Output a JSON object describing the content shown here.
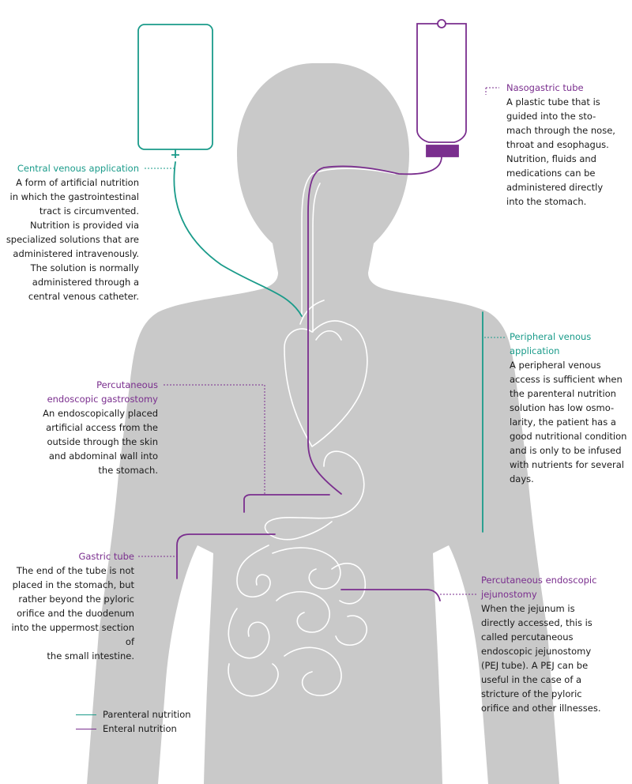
{
  "colors": {
    "teal": "#1a9b8a",
    "purple": "#7a2e8e",
    "silhouette": "#c9c9c9",
    "organ_outline": "#ffffff"
  },
  "callouts": {
    "central_venous": {
      "title": "Central venous application",
      "body": "A form of artificial nutrition\nin which the gastrointestinal\ntract is circumvented.\nNutrition is provided via\nspecialized solutions that are\nadministered intravenously.\nThe solution is normally\nadministered through a\ncentral venous catheter."
    },
    "nasogastric": {
      "title": "Nasogastric tube",
      "body": "A plastic tube that is\nguided into the sto-\nmach through the nose,\nthroat and esophagus.\nNutrition, fluids and\nmedications can be\nadministered directly\ninto the stomach."
    },
    "peripheral_venous": {
      "title": "Peripheral venous\napplication",
      "body": "A peripheral venous\naccess is sufficient when\nthe parenteral nutrition\nsolution has low osmo-\nlarity, the patient has a\ngood nutritional condition\nand is only to be infused\nwith nutrients for several\ndays."
    },
    "peg": {
      "title": "Percutaneous\nendoscopic gastrostomy",
      "body": "An endoscopically placed\nartificial access from the\noutside through the skin\nand abdominal wall into\nthe stomach."
    },
    "gastric_tube": {
      "title": "Gastric tube",
      "body": "The end of the tube is not\nplaced in the stomach, but\nrather beyond the pyloric\norifice and the duodenum\ninto the uppermost section of\nthe small intestine."
    },
    "pej": {
      "title": "Percutaneous endoscopic\njejunostomy",
      "body": "When the jejunum is\ndirectly accessed, this is\ncalled percutaneous\nendoscopic jejunostomy\n(PEJ tube). A PEJ can be\nuseful in the case of a\nstricture of the pyloric\norifice and other illnesses."
    }
  },
  "legend": {
    "items": [
      {
        "label": "Parenteral nutrition",
        "color": "#1a9b8a"
      },
      {
        "label": "Enteral nutrition",
        "color": "#7a2e8e"
      }
    ]
  }
}
